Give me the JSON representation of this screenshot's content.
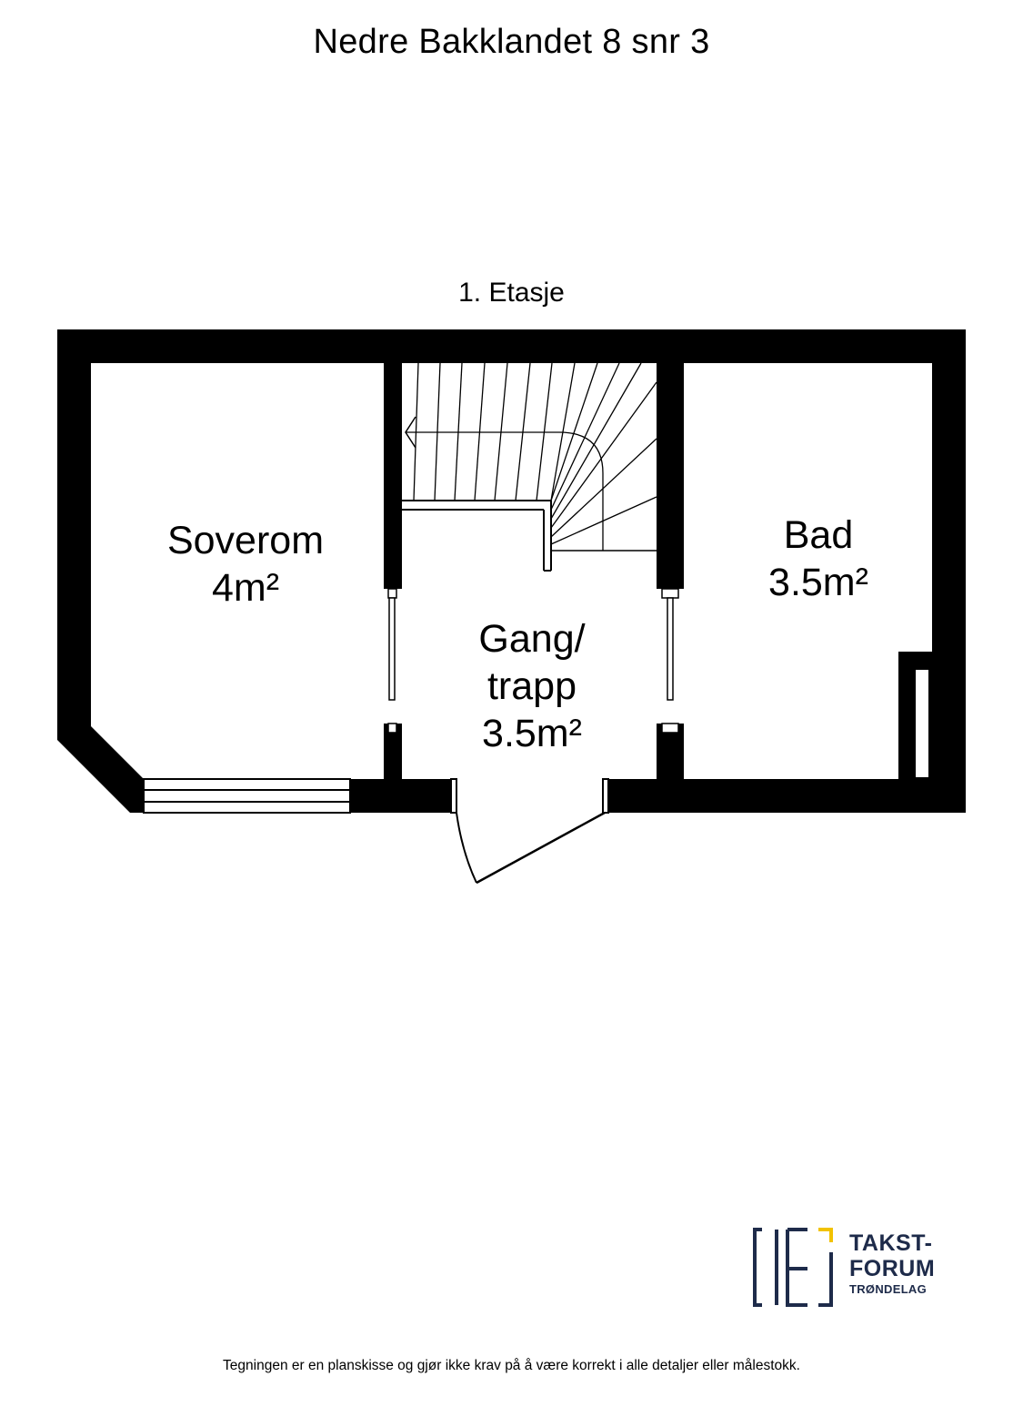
{
  "title": "Nedre Bakklandet 8 snr 3",
  "floor": {
    "label": "1. Etasje"
  },
  "rooms": [
    {
      "name": "Soverom",
      "area": "4m²"
    },
    {
      "name_line1": "Gang/",
      "name_line2": "trapp",
      "area": "3.5m²"
    },
    {
      "name": "Bad",
      "area": "3.5m²"
    }
  ],
  "logo": {
    "line1": "TAKST-",
    "line2": "FORUM",
    "line3": "TRØNDELAG",
    "accent_color": "#f2c200",
    "brand_color": "#1e2b4a"
  },
  "disclaimer": "Tegningen er en planskisse og gjør ikke krav på å være korrekt i alle detaljer eller målestokk."
}
